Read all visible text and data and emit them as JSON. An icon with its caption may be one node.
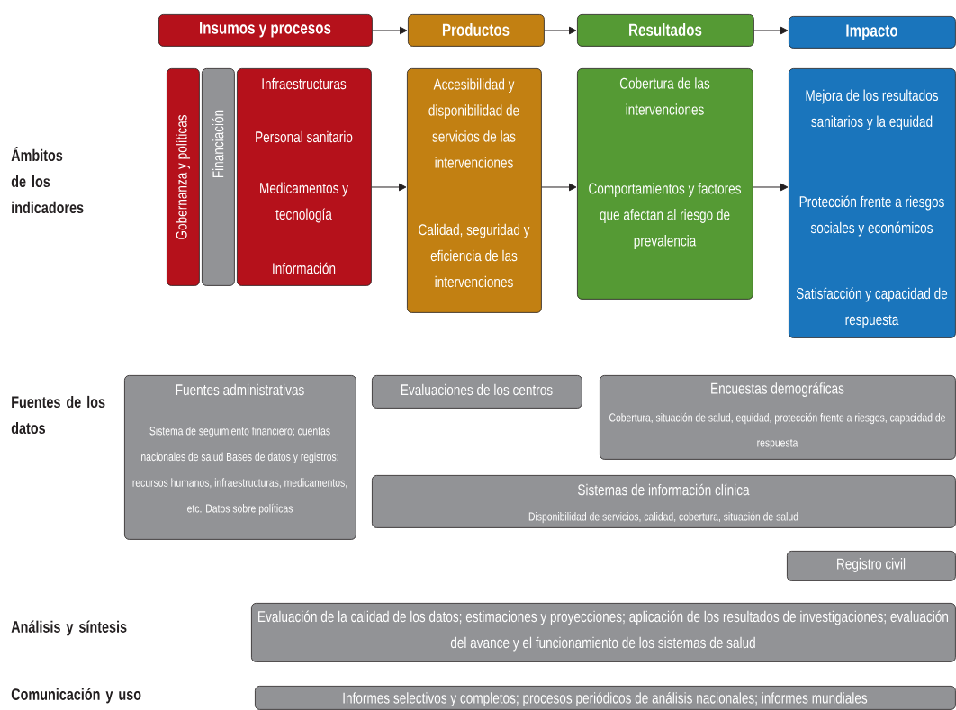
{
  "diagram": {
    "nodes": [
      {
        "text": [
          "Insumos y procesos"
        ]
      },
      {
        "text": [
          "Productos"
        ]
      },
      {
        "text": [
          "Resultados"
        ]
      },
      {
        "text": [
          "Impacto"
        ]
      },
      {
        "text": [
          "Gobernanza y políticas"
        ]
      },
      {
        "text": [
          "Financiación"
        ]
      },
      {
        "text": [
          "Infraestructuras",
          "Personal sanitario",
          "Medicamentos y tecnología",
          "Información"
        ]
      },
      {
        "text": [
          "Accesibilidad y disponibilidad de servicios de las intervenciones",
          "Calidad, seguridad y eficiencia de las intervenciones"
        ]
      },
      {
        "text": [
          "Cobertura de las intervenciones",
          "Comportamientos y factores que afectan al riesgo de prevalencia"
        ]
      },
      {
        "text": [
          "Mejora de los resultados sanitarios y la equidad",
          "Protección frente a riesgos sociales y económicos",
          "Satisfacción y capacidad de respuesta"
        ]
      },
      {
        "text": [
          "Fuentes administrativas",
          "Sistema de seguimiento financiero; cuentas nacionales de salud Bases de datos y registros: recursos humanos, infraestructuras, medicamentos, etc. Datos sobre políticas"
        ]
      },
      {
        "text": [
          "Evaluaciones de los centros"
        ]
      },
      {
        "text": [
          "Encuestas demográficas",
          "Cobertura, situación de salud, equidad, protección frente a riesgos, capacidad de respuesta"
        ]
      },
      {
        "text": [
          "Sistemas de información clínica",
          "Disponibilidad de servicios, calidad, cobertura, situación de salud"
        ]
      },
      {
        "text": [
          "Registro civil"
        ]
      },
      {
        "text": [
          "Evaluación de la calidad de los datos; estimaciones y proyecciones; aplicación de los resultados de investigaciones; evaluación del avance y el funcionamiento de los sistemas de salud"
        ]
      },
      {
        "text": [
          "Informes selectivos y completos; procesos periódicos de análisis nacionales; informes mundiales"
        ]
      }
    ],
    "edges": [
      {
        "from": 0,
        "to": 1,
        "arrow": "to"
      },
      {
        "from": 1,
        "to": 2,
        "arrow": "to"
      },
      {
        "from": 2,
        "to": 3,
        "arrow": "to"
      },
      {
        "from": 6,
        "to": 7,
        "arrow": "to"
      },
      {
        "from": 7,
        "to": 8,
        "arrow": "to"
      },
      {
        "from": 8,
        "to": 9,
        "arrow": "to"
      }
    ],
    "labels": [
      "Ámbitos de los indicadores",
      "Fuentes de los datos",
      "Análisis y síntesis",
      "Comunicación y uso"
    ]
  }
}
